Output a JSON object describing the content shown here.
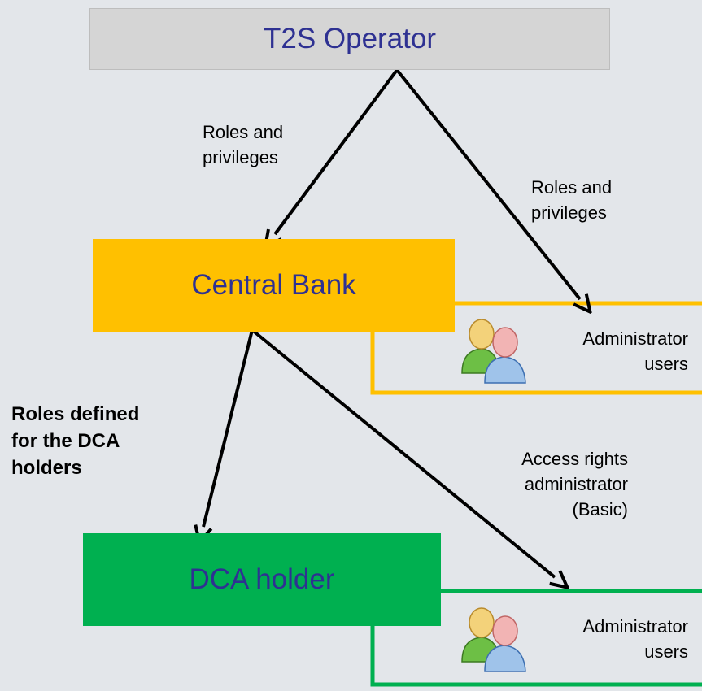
{
  "nodes": {
    "operator": "T2S Operator",
    "central_bank": "Central Bank",
    "dca_holder": "DCA holder"
  },
  "labels": {
    "op_to_cb": [
      "Roles and",
      "privileges"
    ],
    "op_to_admin": [
      "Roles and",
      "privileges"
    ],
    "cb_to_dca": [
      "Roles defined",
      "for the DCA",
      "holders"
    ],
    "cb_to_admin": [
      "Access rights",
      "administrator",
      "(Basic)"
    ]
  },
  "admins": {
    "cb_admin": [
      "Administrator",
      "users"
    ],
    "dca_admin": [
      "Administrator",
      "users"
    ]
  },
  "colors": {
    "background": "#e3e6ea",
    "operator": "#d5d5d5",
    "central_bank": "#ffc000",
    "dca_holder": "#00b050",
    "node_text": "#2e3192"
  },
  "icons": [
    "users-icon",
    "users-icon"
  ]
}
